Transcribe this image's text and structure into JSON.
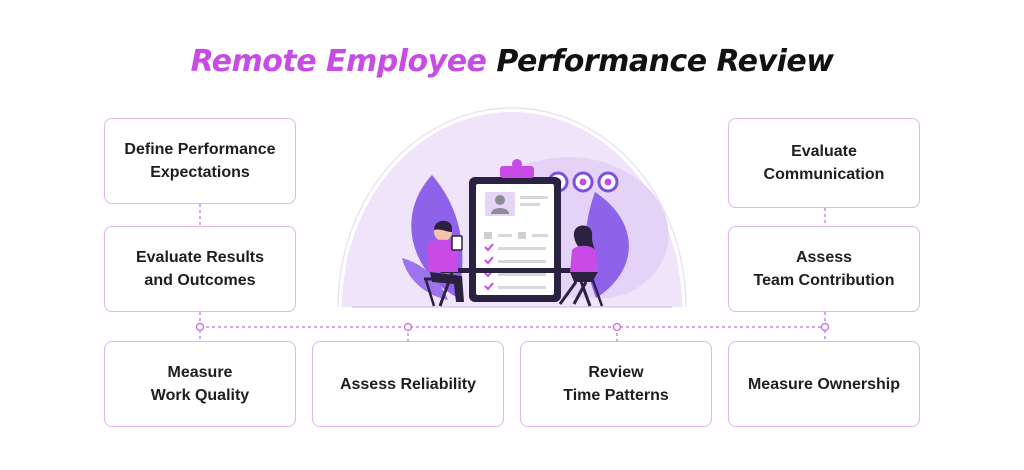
{
  "title": {
    "highlight": "Remote Employee",
    "rest": "Performance Review"
  },
  "colors": {
    "accent": "#c84be6",
    "box_border": "#e3b4ee",
    "connector": "#c46be0",
    "illustration_bg": "#f0e4fa",
    "leaf": "#8e63ea"
  },
  "steps": {
    "define": "Define Performance\nExpectations",
    "results": "Evaluate Results\nand Outcomes",
    "communication": "Evaluate\nCommunication",
    "team": "Assess\nTeam Contribution",
    "quality": "Measure\nWork Quality",
    "reliability": "Assess Reliability",
    "time": "Review\nTime Patterns",
    "ownership": "Measure Ownership"
  }
}
